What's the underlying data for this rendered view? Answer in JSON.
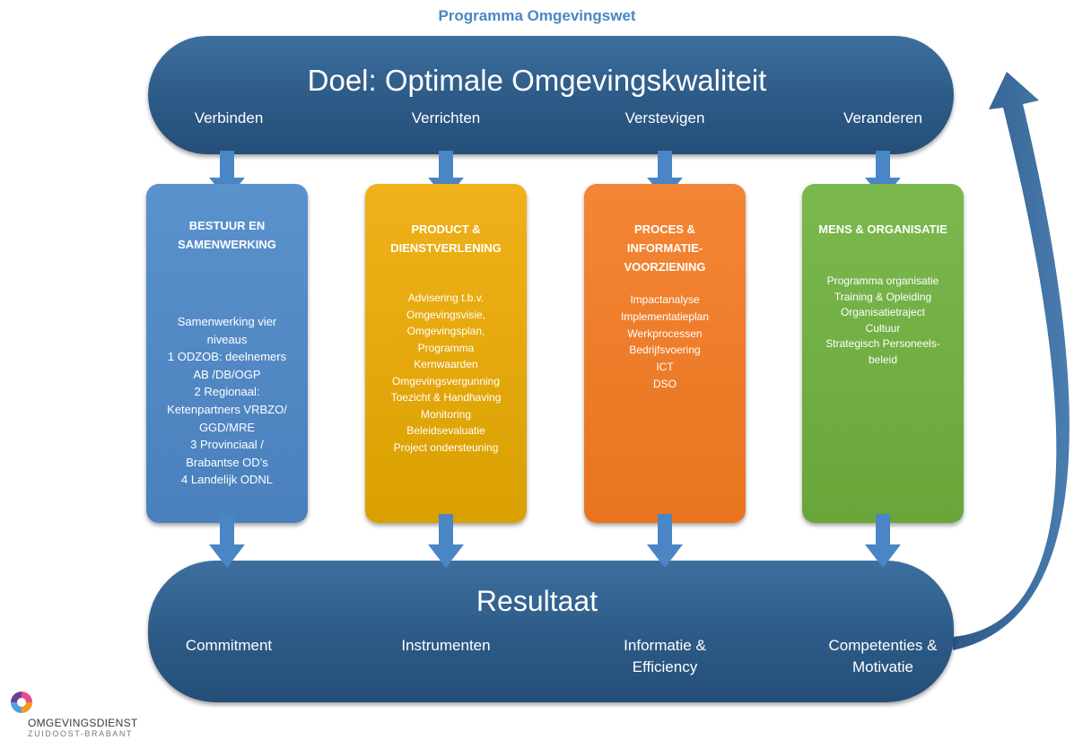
{
  "title": "Programma Omgevingswet",
  "goal": {
    "title": "Doel: Optimale Omgevingskwaliteit",
    "labels": [
      "Verbinden",
      "Verrichten",
      "Verstevigen",
      "Veranderen"
    ]
  },
  "boxes": [
    {
      "title": [
        "BESTUUR EN",
        "SAMENWERKING"
      ],
      "items": [
        "Samenwerking vier",
        "niveaus",
        "1 ODZOB: deelnemers",
        "AB /DB/OGP",
        "2 Regionaal:",
        "Ketenpartners VRBZO/",
        "GGD/MRE",
        "3 Provinciaal /",
        "Brabantse OD’s",
        "4 Landelijk ODNL"
      ],
      "color": "#4f86c6"
    },
    {
      "title": [
        "PRODUCT &",
        "DIENSTVERLENING"
      ],
      "items": [
        "Advisering t.b.v.",
        "Omgevingsvisie,",
        "Omgevingsplan,",
        "Programma",
        "Kernwaarden",
        "Omgevingsvergunning",
        "Toezicht & Handhaving",
        "Monitoring",
        "Beleidsevaluatie",
        "Project ondersteuning"
      ],
      "color": "#e8a800"
    },
    {
      "title": [
        "PROCES &",
        "INFORMATIE-",
        "VOORZIENING"
      ],
      "items": [
        "Impactanalyse",
        "Implementatieplan",
        "Werkprocessen",
        "Bedrijfsvoering",
        "ICT",
        "DSO"
      ],
      "color": "#ef7b2a"
    },
    {
      "title": [
        "MENS & ORGANISATIE"
      ],
      "items": [
        "Programma organisatie",
        "Training & Opleiding",
        "Organisatietraject",
        "Cultuur",
        "Strategisch Personeels-",
        "beleid"
      ],
      "color": "#72af45"
    }
  ],
  "result": {
    "title": "Resultaat",
    "labels": [
      [
        "Commitment"
      ],
      [
        "Instrumenten"
      ],
      [
        "Informatie &",
        "Efficiency"
      ],
      [
        "Competenties &",
        "Motivatie"
      ]
    ]
  },
  "logo": {
    "name": "OMGEVINGSDIENST",
    "subtitle": "ZUIDOOST-BRABANT"
  },
  "colors": {
    "title_blue": "#4a86c5",
    "pill_blue": "#2e5d8b",
    "arrow_blue": "#4a86c5"
  }
}
